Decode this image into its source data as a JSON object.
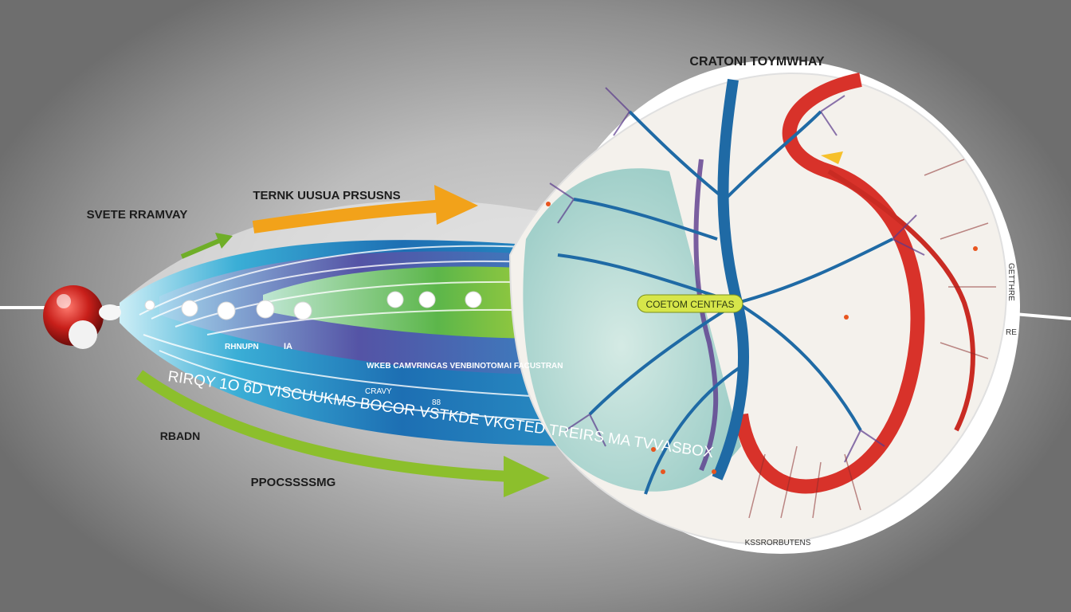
{
  "diagram": {
    "title": "CRATONI TOYMWHAY",
    "left_label": "SVETE RRAMVAY",
    "top_arrow_label": "TERNK UUSUA PRSUSNS",
    "bottom_left_label": "RBADN",
    "bottom_arrow_label": "PPOCSSSSMG",
    "center_tag": "COETOM CENTFAS",
    "band_main_text": "RIRQY 1O 6D VISCUUKMS BOCOR VSTKDE VKGTED TREIRS MA TVVASBOX",
    "band_small_text": "WKEB CAMVRINGAS VENBINOTOMAI FACUSTRAN",
    "band_small_text_2": "CRAVY",
    "band_small_text_3": "88",
    "band_icon_label": "IA",
    "band_mid_label": "RHNUPN",
    "right_edge_label": "GETTHRE",
    "right_edge_label_2": "RE",
    "bottom_caption": "KSSRORBUTENS",
    "colors": {
      "band_blue": "#1d6fb3",
      "band_teal": "#21a7c9",
      "band_green": "#7dbb2a",
      "arrow_orange": "#f2a21a",
      "arrow_green": "#8cbf2c",
      "vessel_red": "#d8322a",
      "vessel_blue": "#1f6aa5",
      "vessel_purple": "#5b3a8c"
    }
  }
}
